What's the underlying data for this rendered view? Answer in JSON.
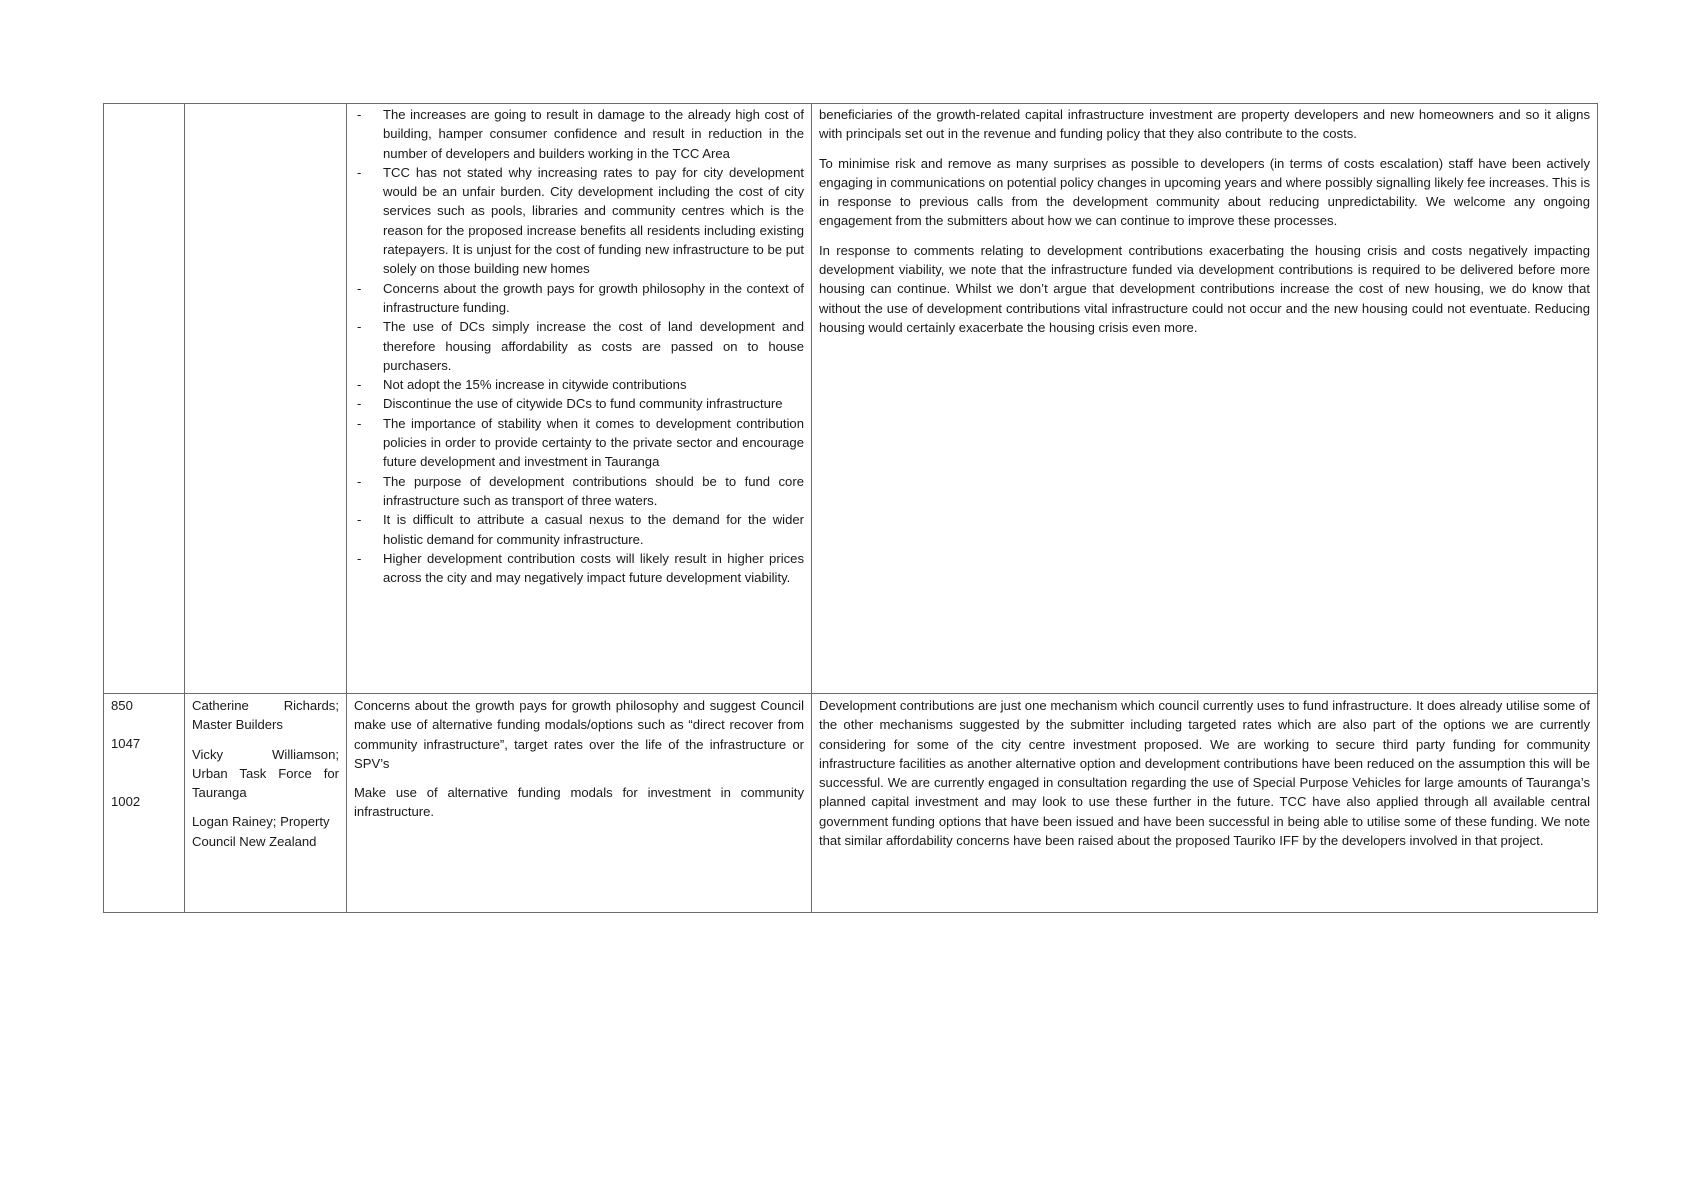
{
  "table": {
    "row1": {
      "submitter_ids": [],
      "submitter_names": [],
      "summary_bullets": [
        "The increases are going to result in damage to the already high cost of building, hamper consumer confidence and result in reduction in the number of developers and builders working in the TCC Area",
        "TCC has not stated why increasing rates to pay for city development would be an unfair burden. City development including the cost of city services such as pools, libraries and community centres which is the reason for the proposed increase benefits all residents including existing ratepayers. It is unjust for the cost of funding new infrastructure to be put solely on those building new homes",
        "Concerns about the growth pays for growth philosophy in the context of infrastructure funding.",
        "The use of DCs simply increase the cost of land development and therefore housing affordability as costs are passed on to house purchasers.",
        "Not adopt the 15% increase in citywide contributions",
        "Discontinue the use of citywide DCs to fund community infrastructure",
        "The importance of stability when it comes to development contribution policies in order to provide certainty to the private sector and encourage future development and investment in Tauranga",
        "The purpose of development contributions should be to fund core infrastructure such as transport of three waters.",
        "It is difficult to attribute a casual nexus to the demand for the wider holistic demand for community infrastructure.",
        "Higher development contribution costs will likely result in higher prices across the city and may negatively impact future development viability."
      ],
      "response_paragraphs": [
        "beneficiaries of the growth-related capital infrastructure investment are property developers and new homeowners and so it aligns with principals set out in the revenue and funding policy that they also contribute to the costs.",
        "To minimise risk and remove as many surprises as possible to developers (in terms of costs escalation) staff have been actively engaging in communications on potential policy changes in upcoming years and where possibly signalling likely fee increases. This is in response to previous calls from the development community about reducing unpredictability. We welcome any ongoing engagement from the submitters about how we can continue to improve these processes.",
        "In response to comments relating to development contributions exacerbating the housing crisis and costs negatively impacting development viability, we note that the infrastructure funded via development contributions is required to be delivered before more housing can continue. Whilst we don’t argue that development contributions increase the cost of new housing, we do know that without the use of development contributions vital infrastructure could not occur and the new housing could not eventuate. Reducing housing would certainly exacerbate the housing crisis even more."
      ]
    },
    "row2": {
      "submitter_ids": [
        "850",
        "1047",
        "1002"
      ],
      "submitter_names": [
        {
          "line1": "Catherine Richards;",
          "line2": "Master Builders"
        },
        {
          "line1": "Vicky Williamson;",
          "line2": "Urban Task Force for",
          "line3": "Tauranga"
        },
        {
          "line1": "Logan Rainey; Property",
          "line2": "Council New Zealand"
        }
      ],
      "summary_paragraphs": [
        "Concerns about the growth pays for growth philosophy and suggest Council make use of alternative funding modals/options such as “direct recover from community infrastructure”, target rates over the life of the infrastructure or SPV’s",
        "Make use of alternative funding modals for investment in community infrastructure."
      ],
      "response_paragraphs": [
        "Development contributions are just one mechanism which council currently uses to fund infrastructure. It does already utilise some of the other mechanisms suggested by the submitter including targeted rates which are also part of the options we are currently considering for some of the city centre investment proposed. We are working to secure third party funding for community infrastructure facilities as another alternative option and development contributions have been reduced on the assumption this will be successful.  We are currently engaged in consultation regarding the use of Special Purpose Vehicles for large amounts of Tauranga’s planned capital investment and may look to use these further in the future. TCC have also applied through all available central government funding options that have been issued and have been successful in being able to utilise some of these funding. We note that similar affordability concerns have been raised about the proposed Tauriko IFF by the developers involved in that project."
      ]
    }
  }
}
